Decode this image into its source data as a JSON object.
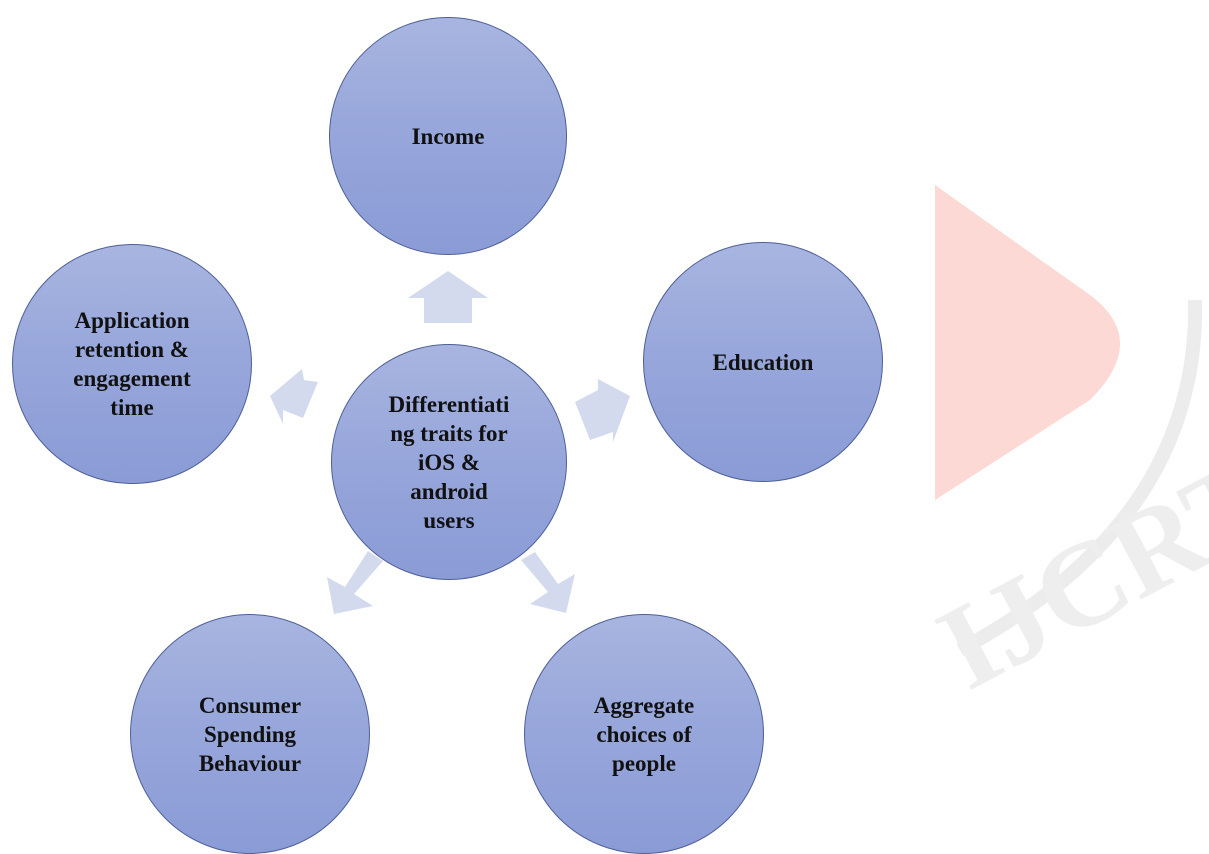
{
  "diagram": {
    "center": {
      "label": "Differentiati\nng traits for\niOS &\nandroid\nusers"
    },
    "nodes": [
      {
        "id": "income",
        "label": "Income"
      },
      {
        "id": "education",
        "label": "Education"
      },
      {
        "id": "aggregate",
        "label": "Aggregate\nchoices of\npeople"
      },
      {
        "id": "consumer",
        "label": "Consumer\nSpending\nBehaviour"
      },
      {
        "id": "retention",
        "label": "Application\nretention &\nengagement\ntime"
      }
    ],
    "watermark": {
      "text": "IJCRT"
    },
    "colors": {
      "node_fill_top": "#a8b5e0",
      "node_fill_bottom": "#8a9bd6",
      "node_border": "#4f5f98",
      "arrow": "#d4daee",
      "watermark_shape": "#fcd9d4",
      "watermark_text": "#eeeeee"
    }
  }
}
